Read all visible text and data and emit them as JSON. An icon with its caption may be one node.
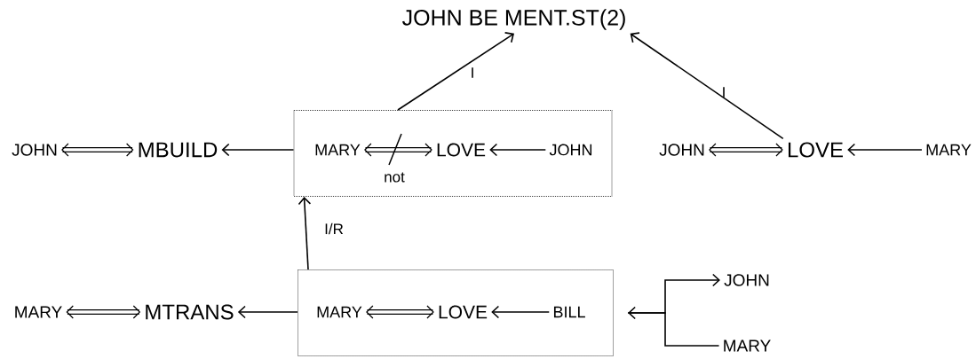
{
  "diagram": {
    "nodes": [
      {
        "text": [
          "JOHN BE MENT.ST(2)"
        ]
      },
      {
        "text": [
          "JOHN"
        ]
      },
      {
        "text": [
          "MBUILD"
        ]
      },
      {
        "text": [],
        "shape": "box"
      },
      {
        "text": [
          "MARY"
        ],
        "in": 3
      },
      {
        "text": [
          "LOVE"
        ],
        "in": 3
      },
      {
        "text": [
          "JOHN"
        ],
        "in": 3
      },
      {
        "text": [
          "JOHN"
        ]
      },
      {
        "text": [
          "LOVE"
        ]
      },
      {
        "text": [
          "MARY"
        ]
      },
      {
        "text": [
          "MARY"
        ]
      },
      {
        "text": [
          "MTRANS"
        ]
      },
      {
        "text": [],
        "shape": "box"
      },
      {
        "text": [
          "MARY"
        ],
        "in": 12
      },
      {
        "text": [
          "LOVE"
        ],
        "in": 12
      },
      {
        "text": [
          "BILL"
        ],
        "in": 12
      },
      {
        "text": [
          "JOHN"
        ]
      },
      {
        "text": [
          "MARY"
        ]
      }
    ],
    "edges": [
      {
        "from": 1,
        "to": 2,
        "arrow": "both",
        "style": "thick"
      },
      {
        "from": 3,
        "to": 2,
        "arrow": "to"
      },
      {
        "from": 4,
        "to": 5,
        "arrow": "both",
        "style": "thick",
        "label": "not"
      },
      {
        "from": 6,
        "to": 5,
        "arrow": "to"
      },
      {
        "from": 3,
        "to": 0,
        "arrow": "to",
        "label": "I"
      },
      {
        "from": 7,
        "to": 8,
        "arrow": "both",
        "style": "thick"
      },
      {
        "from": 9,
        "to": 8,
        "arrow": "to"
      },
      {
        "from": 8,
        "to": 0,
        "arrow": "to",
        "label": "I"
      },
      {
        "from": 12,
        "to": 3,
        "arrow": "to",
        "label": "I/R"
      },
      {
        "from": 10,
        "to": 11,
        "arrow": "both",
        "style": "thick"
      },
      {
        "from": 12,
        "to": 11,
        "arrow": "to"
      },
      {
        "from": 13,
        "to": 14,
        "arrow": "both",
        "style": "thick"
      },
      {
        "from": 15,
        "to": 14,
        "arrow": "to"
      },
      {
        "from": 12,
        "to": 16,
        "arrow": "to"
      },
      {
        "from": 17,
        "to": 12,
        "arrow": "to"
      }
    ]
  }
}
